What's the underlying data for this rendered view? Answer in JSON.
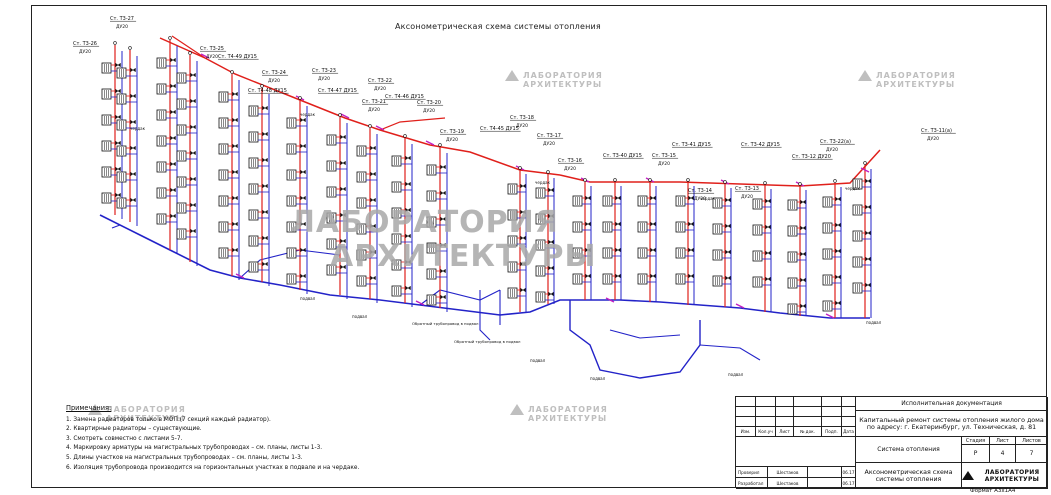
{
  "drawing": {
    "title": "Аксонометрическая схема системы отопления"
  },
  "risers": [
    {
      "label": "Ст. Т3-27",
      "sub": "ДУ20"
    },
    {
      "label": "Ст. Т3-26",
      "sub": "ДУ20"
    },
    {
      "label": "Ст. Т3-25",
      "sub": "ДУ20"
    },
    {
      "label": "Ст. Т4-49 ДУ15",
      "sub": ""
    },
    {
      "label": "Ст. Т3-24",
      "sub": "ДУ20"
    },
    {
      "label": "Ст. Т4-48 ДУ15",
      "sub": ""
    },
    {
      "label": "Ст. Т3-23",
      "sub": "ДУ20"
    },
    {
      "label": "Ст. Т4-47 ДУ15",
      "sub": ""
    },
    {
      "label": "Ст. Т3-22",
      "sub": "ДУ20"
    },
    {
      "label": "Ст. Т3-21",
      "sub": "ДУ20"
    },
    {
      "label": "Ст. Т4-46 ДУ15",
      "sub": ""
    },
    {
      "label": "Ст. Т3-20",
      "sub": "ДУ20"
    },
    {
      "label": "Ст. Т3-19",
      "sub": "ДУ20"
    },
    {
      "label": "Ст. Т4-45 ДУ15",
      "sub": ""
    },
    {
      "label": "Ст. Т3-18",
      "sub": "ДУ20"
    },
    {
      "label": "Ст. Т3-17",
      "sub": "ДУ20"
    },
    {
      "label": "Ст. Т3-16",
      "sub": "ДУ20"
    },
    {
      "label": "Ст. Т3-40 ДУ15",
      "sub": ""
    },
    {
      "label": "Ст. Т3-15",
      "sub": "ДУ20"
    },
    {
      "label": "Ст. Т3-41 ДУ15",
      "sub": ""
    },
    {
      "label": "Ст. Т3-14",
      "sub": "ДУ20"
    },
    {
      "label": "Ст. Т3-42 ДУ15",
      "sub": ""
    },
    {
      "label": "Ст. Т3-13",
      "sub": "ДУ20"
    },
    {
      "label": "Ст. Т3-12 ДУ20",
      "sub": ""
    },
    {
      "label": "Ст. Т3-22(а)",
      "sub": "ДУ20"
    },
    {
      "label": "Ст. Т3-11(а)",
      "sub": "ДУ20"
    }
  ],
  "annotations": {
    "basement": "подвал",
    "attic": "чердак",
    "return_1": "Обратный трубопровод в подвал",
    "return_2": "Обратный трубопровод в подвал"
  },
  "notes": {
    "header": "Примечания:",
    "items": [
      "1. Замена радиаторов только в МОП (7 секций каждый радиатор).",
      "2. Квартирные радиаторы – существующие.",
      "3. Смотреть совместно с листами 5-7.",
      "4. Маркировку арматуры на магистральных трубопроводах – см. планы, листы 1-3.",
      "5. Длины участков на магистральных трубопроводах – см. планы, листы 1-3.",
      "6. Изоляция трубопровода производится на горизонтальных участках в подвале и на чердаке."
    ]
  },
  "stamp": {
    "doc_type": "Исполнительная документация",
    "project": "Капитальный ремонт системы отопления жилого дома по адресу: г. Екатеринбург, ул. Техническая, д. 81",
    "section": "Система отопления",
    "sheet_title": "Аксонометрическая схема системы отопления",
    "col_headers": [
      "Изм.",
      "Кол.уч",
      "Лист",
      "№ док.",
      "Подп.",
      "Дата"
    ],
    "stage_h": "Стадия",
    "sheet_h": "Лист",
    "sheets_h": "Листов",
    "stage": "Р",
    "sheet": "4",
    "sheets": "7",
    "role1": "Проверил",
    "name1": "Шестаков",
    "date1": "06.17",
    "role2": "Разработал",
    "name2": "Шестаков",
    "date2": "06.17",
    "org": "ЛАБОРАТОРИЯ АРХИТЕКТУРЫ"
  },
  "format": "Формат А3х1А4",
  "watermark": {
    "line1": "ЛАБОРАТОРИЯ",
    "line2": "АРХИТЕКТУРЫ"
  },
  "colors": {
    "supply": "#e0201b",
    "return": "#2323c8",
    "sleeve": "#c21fc2",
    "ink": "#222222"
  }
}
